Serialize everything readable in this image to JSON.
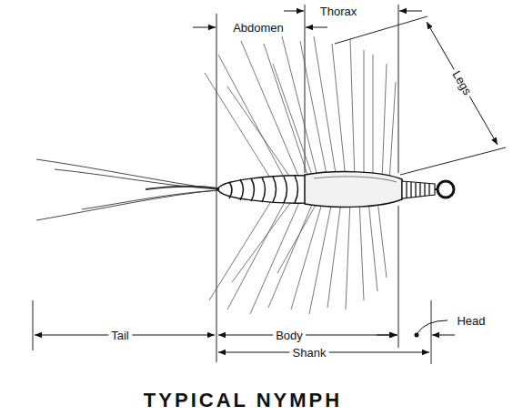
{
  "diagram": {
    "title": "TYPICAL NYMPH",
    "labels": [
      "Thorax",
      "Abdomen",
      "Legs",
      "Tail",
      "Body",
      "Shank",
      "Head"
    ]
  }
}
